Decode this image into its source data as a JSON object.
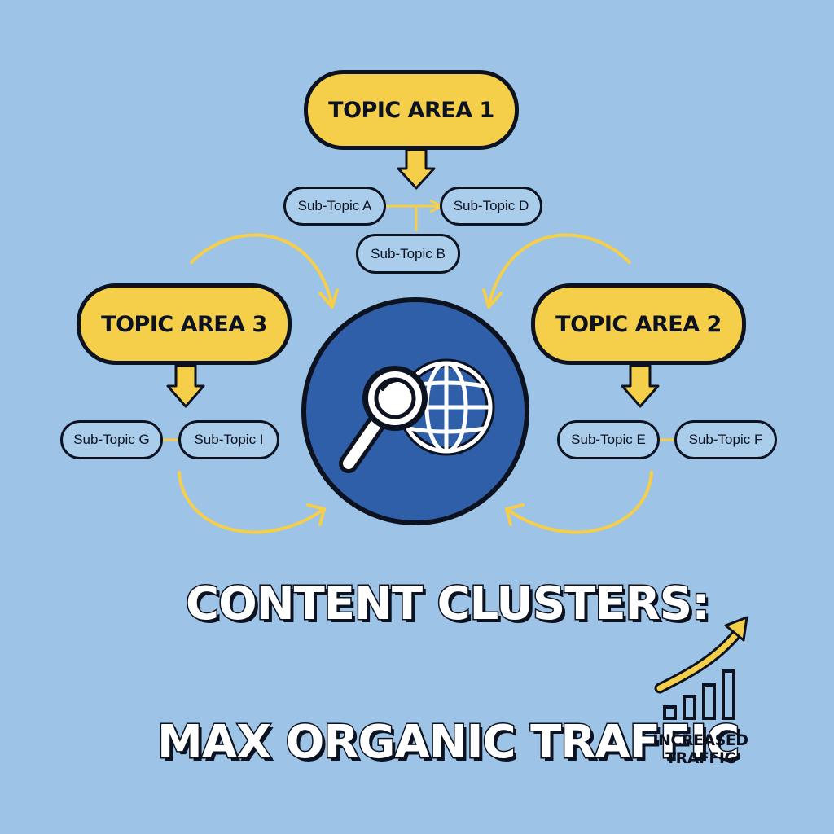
{
  "topics": {
    "area1": "TOPIC AREA 1",
    "area2": "TOPIC AREA 2",
    "area3": "TOPIC AREA 3"
  },
  "subtopics": {
    "a": "Sub-Topic A",
    "b": "Sub-Topic B",
    "d": "Sub-Topic D",
    "e": "Sub-Topic E",
    "f": "Sub-Topic F",
    "g": "Sub-Topic G",
    "i": "Sub-Topic I"
  },
  "headline": {
    "line1": "CONTENT CLUSTERS:",
    "line2": "MAX ORGANIC TRAFFIC"
  },
  "traffic_badge": {
    "line1": "INCREASED",
    "line2": "TRAFFIC"
  },
  "icons": {
    "center": [
      "magnifying-glass-icon",
      "globe-icon"
    ],
    "traffic": "bar-chart-growth-icon"
  },
  "colors": {
    "background": "#9dc4e6",
    "topic_fill": "#f5cf4a",
    "hub_fill": "#2f5fa8",
    "outline": "#0d1220",
    "connector": "#f5cf4a"
  }
}
